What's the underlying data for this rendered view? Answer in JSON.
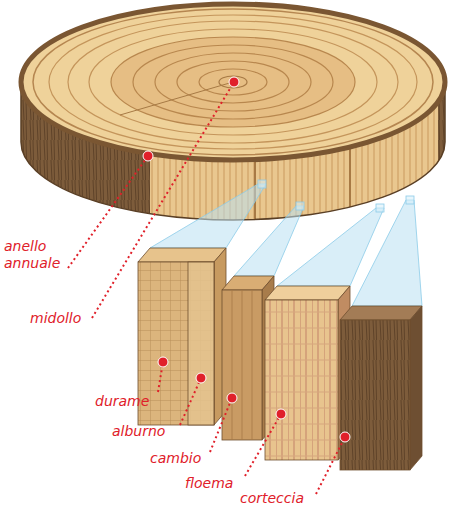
{
  "diagram": {
    "labels": [
      "anello annuale",
      "midollo",
      "durame",
      "alburno",
      "cambio",
      "floema",
      "corteccia"
    ]
  }
}
